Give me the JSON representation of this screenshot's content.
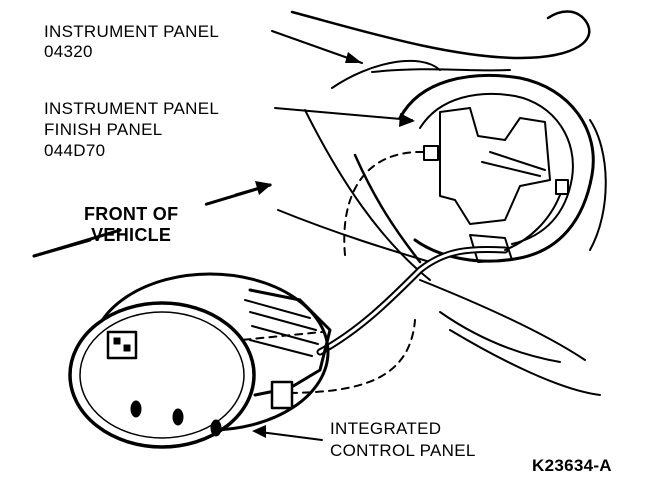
{
  "labels": {
    "instrument_panel": {
      "line1": "INSTRUMENT PANEL",
      "line2": "04320"
    },
    "finish_panel": {
      "line1": "INSTRUMENT PANEL",
      "line2": "FINISH PANEL",
      "line3": "044D70"
    },
    "front_of_vehicle": {
      "line1": "FRONT OF",
      "line2": "VEHICLE"
    },
    "integrated_control_panel": {
      "line1": "INTEGRATED",
      "line2": "CONTROL PANEL"
    },
    "figure_id": "K23634-A"
  },
  "colors": {
    "ink": "#000000",
    "paper": "#ffffff"
  }
}
